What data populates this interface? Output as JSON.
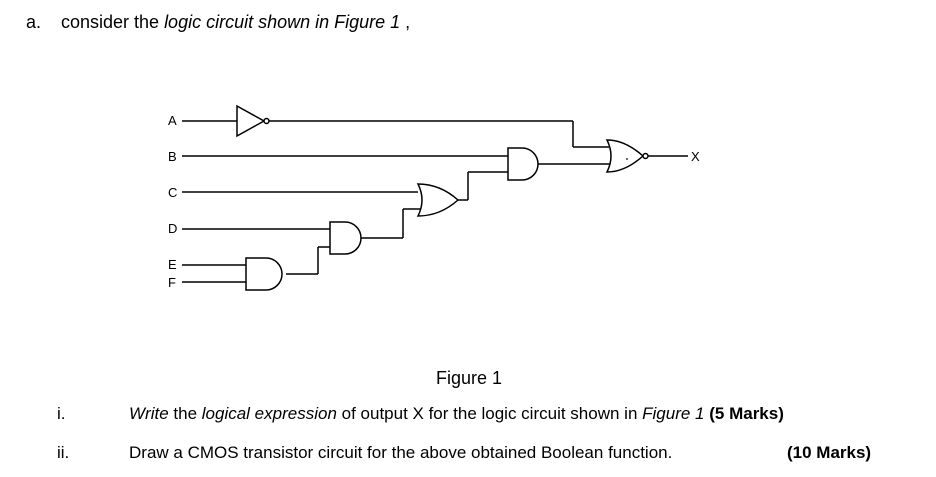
{
  "question": {
    "marker": "a.",
    "text_plain": "consider the ",
    "text_italic": "logic circuit  shown in Figure 1",
    "text_end": " ,"
  },
  "figure": {
    "inputs": [
      "A",
      "B",
      "C",
      "D",
      "E",
      "F"
    ],
    "output": "X",
    "gates": [
      {
        "id": "g1",
        "type": "NOT",
        "inputs": [
          "A"
        ]
      },
      {
        "id": "g2",
        "type": "AND",
        "inputs": [
          "E",
          "F"
        ]
      },
      {
        "id": "g3",
        "type": "AND",
        "inputs": [
          "D",
          "g2"
        ]
      },
      {
        "id": "g4",
        "type": "OR",
        "inputs": [
          "C",
          "g3"
        ]
      },
      {
        "id": "g5",
        "type": "AND",
        "inputs": [
          "B",
          "g4"
        ]
      },
      {
        "id": "g6",
        "type": "NOR",
        "inputs": [
          "g1",
          "g5"
        ],
        "output": "X"
      }
    ],
    "caption": "Figure 1"
  },
  "items": [
    {
      "number": "i.",
      "parts": [
        {
          "text": "Write",
          "italic": true
        },
        {
          "text": " the "
        },
        {
          "text": "logical expression",
          "italic": true
        },
        {
          "text": " of output X for the logic circuit shown in "
        },
        {
          "text": "Figure 1",
          "italic": true
        },
        {
          "text": " "
        },
        {
          "text": "(5 Marks)",
          "bold": true
        }
      ]
    },
    {
      "number": "ii.",
      "text": "Draw a CMOS transistor circuit for the above obtained Boolean function.",
      "marks": "(10 Marks)"
    }
  ]
}
